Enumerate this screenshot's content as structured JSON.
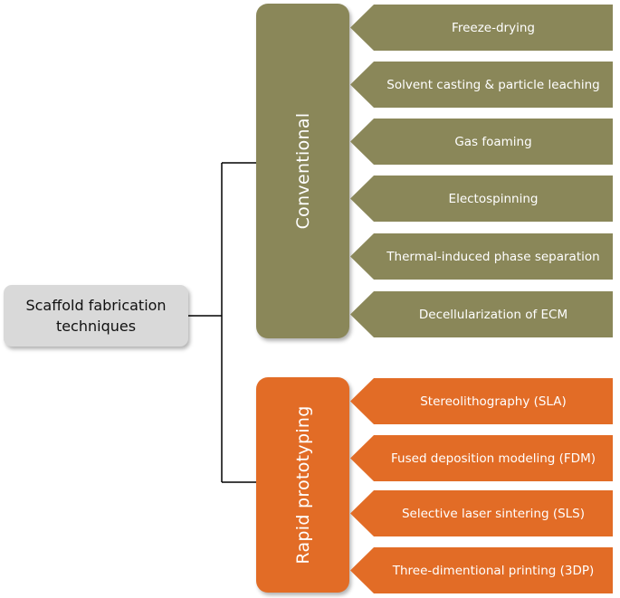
{
  "root": {
    "label": "Scaffold fabrication\ntechniques"
  },
  "colors": {
    "conventional": "#8a8759",
    "rapid_prototyping": "#e26c26",
    "root_box": "#d9d9d9",
    "connector": "#000000"
  },
  "groups": [
    {
      "label": "Conventional",
      "items": [
        "Freeze-drying",
        "Solvent casting  & particle leaching",
        "Gas foaming",
        "Electospinning",
        "Thermal-induced phase separation",
        "Decellularization of ECM"
      ]
    },
    {
      "label": "Rapid prototyping",
      "items": [
        "Stereolithography (SLA)",
        "Fused deposition modeling (FDM)",
        "Selective laser sintering (SLS)",
        "Three-dimentional printing (3DP)"
      ]
    }
  ]
}
